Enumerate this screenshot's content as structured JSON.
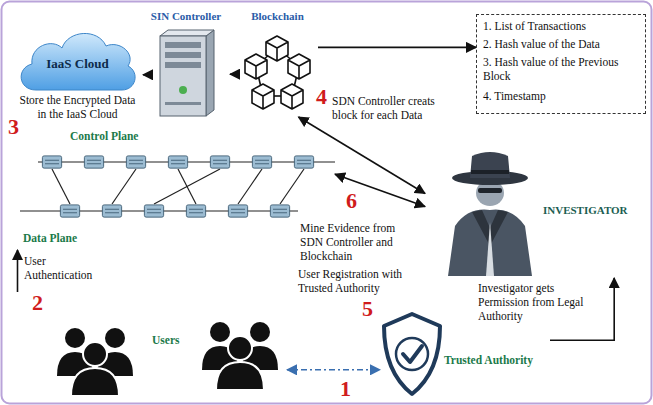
{
  "diagram": {
    "nodes": [
      {
        "text": [
          "IaaS Cloud",
          "Store the Encrypted Data in the IaaS Cloud"
        ]
      },
      {
        "text": [
          "SIN Controller"
        ]
      },
      {
        "text": [
          "Blockchain"
        ]
      },
      {
        "text": [
          "1. List of Transactions",
          "2. Hash value of the Data",
          "3. Hash value of the Previous Block",
          "4. Timestamp"
        ]
      },
      {
        "text": [
          "Control Plane"
        ]
      },
      {
        "text": [
          "INVESTIGATOR"
        ]
      },
      {
        "text": [
          "Data Plane"
        ]
      },
      {
        "text": [
          "Users"
        ]
      },
      {
        "text": [
          "Trusted Authority"
        ]
      }
    ],
    "edges": [
      {
        "from": 1,
        "to": 0,
        "arrow": "to"
      },
      {
        "from": 2,
        "to": 1,
        "arrow": "to"
      },
      {
        "from": 2,
        "to": 3,
        "arrow": "to"
      },
      {
        "from": 5,
        "to": 2,
        "arrow": "both"
      },
      {
        "from": 5,
        "to": 4,
        "arrow": "both"
      },
      {
        "from": 8,
        "to": 5,
        "arrow": "to"
      },
      {
        "from": 7,
        "to": 6,
        "arrow": "to"
      },
      {
        "from": 7,
        "to": 8,
        "arrow": "both"
      }
    ],
    "labels": [
      "1",
      "2",
      "3",
      "4",
      "5",
      "6",
      "SDN Controller creats block for each Data",
      "Mine Evidence from SDN Controller and Blockchain",
      "User Registration with Trusted Authority",
      "Investigator gets Permission from Legal Authority",
      "User Authentication"
    ]
  }
}
